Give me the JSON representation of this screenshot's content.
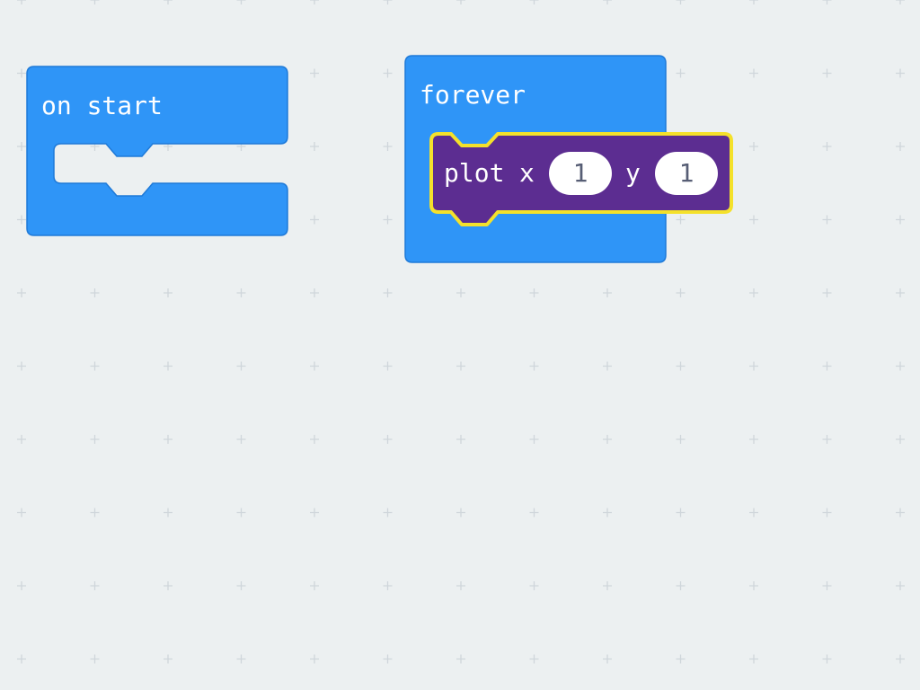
{
  "workspace": {
    "background": "#ecf0f1",
    "grid_color": "#cfd6db"
  },
  "blocks": {
    "on_start": {
      "label": "on start",
      "color": "#2f95f7",
      "border": "#1f7ad8"
    },
    "forever": {
      "label": "forever",
      "color": "#2f95f7",
      "border": "#1f7ad8"
    },
    "plot": {
      "label": "plot",
      "x_label": "x",
      "x_value": "1",
      "y_label": "y",
      "y_value": "1",
      "color": "#5c2d91",
      "highlight": "#f4e12b"
    }
  }
}
